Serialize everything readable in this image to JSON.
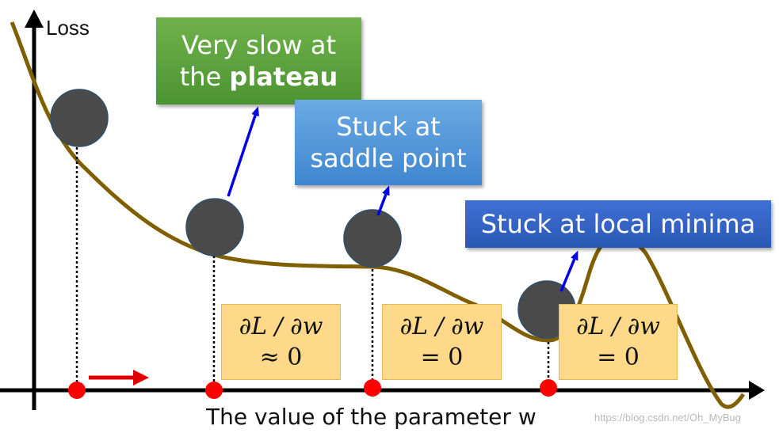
{
  "axes": {
    "y_label": "Loss",
    "x_label": "The value of the parameter w"
  },
  "curve_color": "#7f5f00",
  "ball_color": "#4a4a4a",
  "point_color": "#ff0000",
  "arrow_color": "#0000e6",
  "callouts": {
    "plateau": {
      "text_plain": "Very slow at",
      "text_line2_prefix": "the ",
      "text_line2_bold": "plateau",
      "color": "#5aa33a"
    },
    "saddle": {
      "line1": "Stuck at",
      "line2": "saddle point",
      "color": "#4f95d9"
    },
    "local": {
      "text": "Stuck at local minima",
      "color": "#3563c4"
    }
  },
  "derivatives": [
    {
      "expr": "∂L / ∂w",
      "relation": "≈ 0"
    },
    {
      "expr": "∂L / ∂w",
      "relation": "= 0"
    },
    {
      "expr": "∂L / ∂w",
      "relation": "= 0"
    }
  ],
  "watermark": "https://blog.csdn.net/Oh_MyBug"
}
